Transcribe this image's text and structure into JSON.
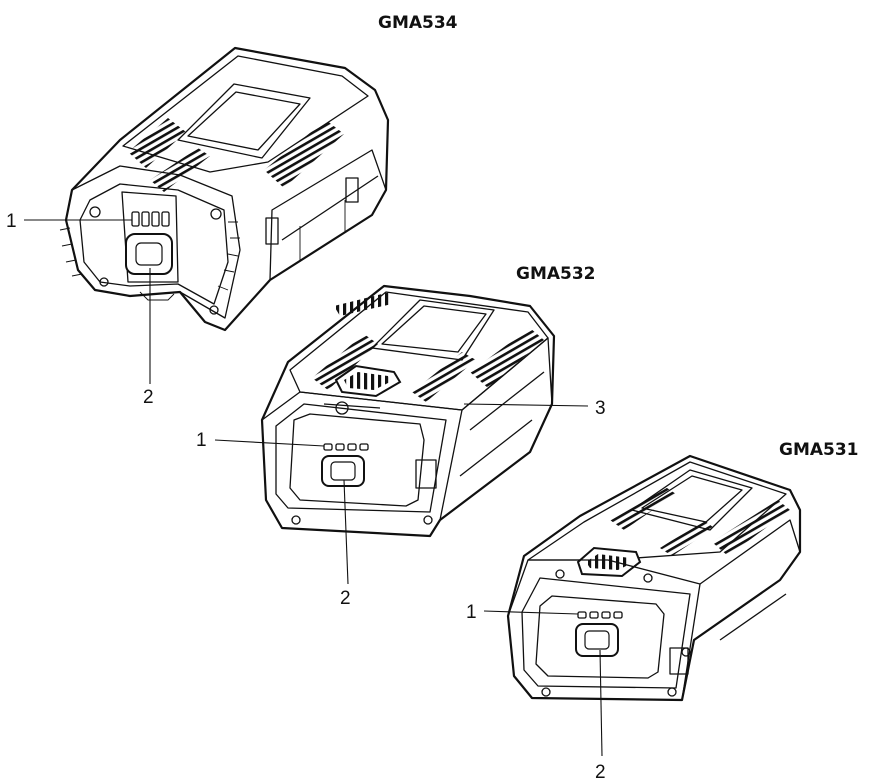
{
  "batteries": [
    {
      "id": "gma534",
      "model": "GMA534",
      "callouts": [
        "1",
        "2"
      ]
    },
    {
      "id": "gma532",
      "model": "GMA532",
      "callouts": [
        "1",
        "2",
        "3"
      ]
    },
    {
      "id": "gma531",
      "model": "GMA531",
      "callouts": [
        "1",
        "2"
      ]
    }
  ],
  "icons": [
    "battery-pack-icon",
    "led-indicator-icon",
    "button-icon",
    "handle-icon"
  ],
  "colors": {
    "line": "#111111",
    "background": "#ffffff"
  }
}
